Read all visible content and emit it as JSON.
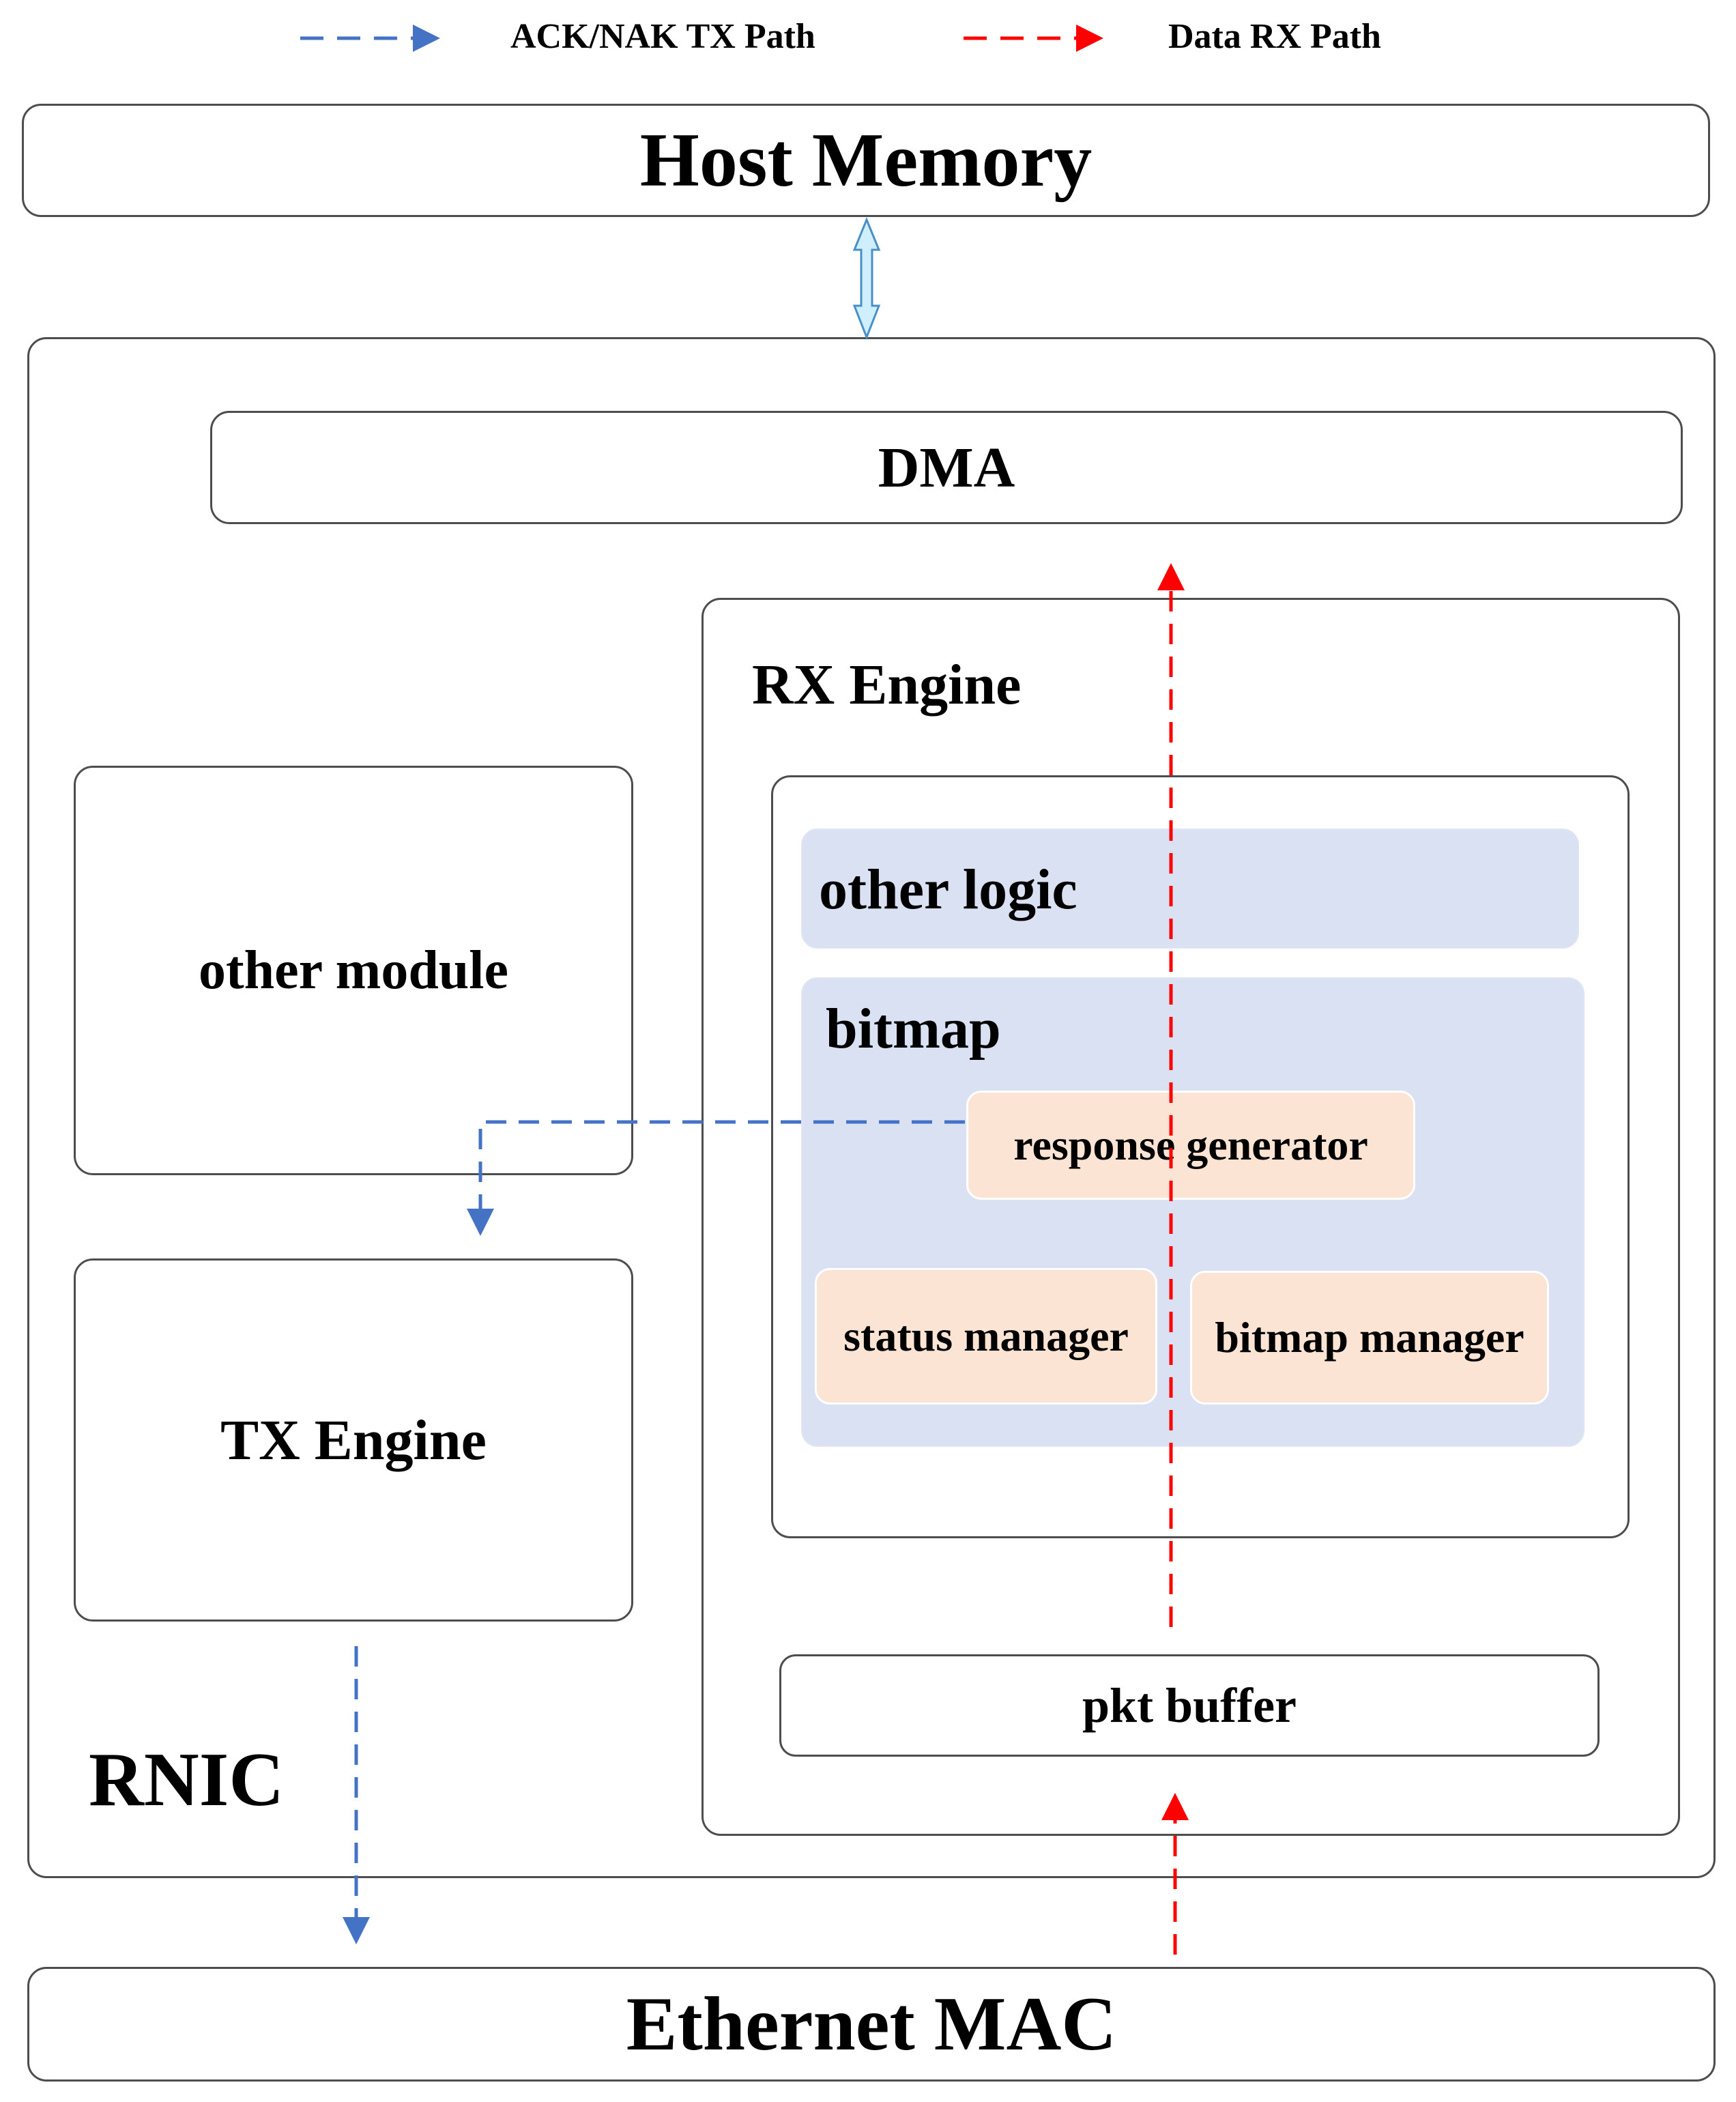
{
  "legend": {
    "tx_label": "ACK/NAK TX Path",
    "rx_label": "Data RX Path",
    "tx_color": "#4472c4",
    "rx_color": "#ff0000"
  },
  "blocks": {
    "host_memory": "Host Memory",
    "dma": "DMA",
    "rx_engine": "RX Engine",
    "other_logic": "other logic",
    "bitmap": "bitmap",
    "response_generator": "response generator",
    "status_manager": "status manager",
    "bitmap_manager": "bitmap manager",
    "pkt_buffer": "pkt buffer",
    "other_module": "other module",
    "tx_engine": "TX Engine",
    "rnic": "RNIC",
    "ethernet_mac": "Ethernet MAC"
  },
  "colors": {
    "border": "#4d4d4d",
    "logic_fill": "#dae1f2",
    "sub_fill": "#fbe4d4",
    "bus_arrow_fill": "#cfefff",
    "bus_arrow_stroke": "#4a90c8"
  }
}
